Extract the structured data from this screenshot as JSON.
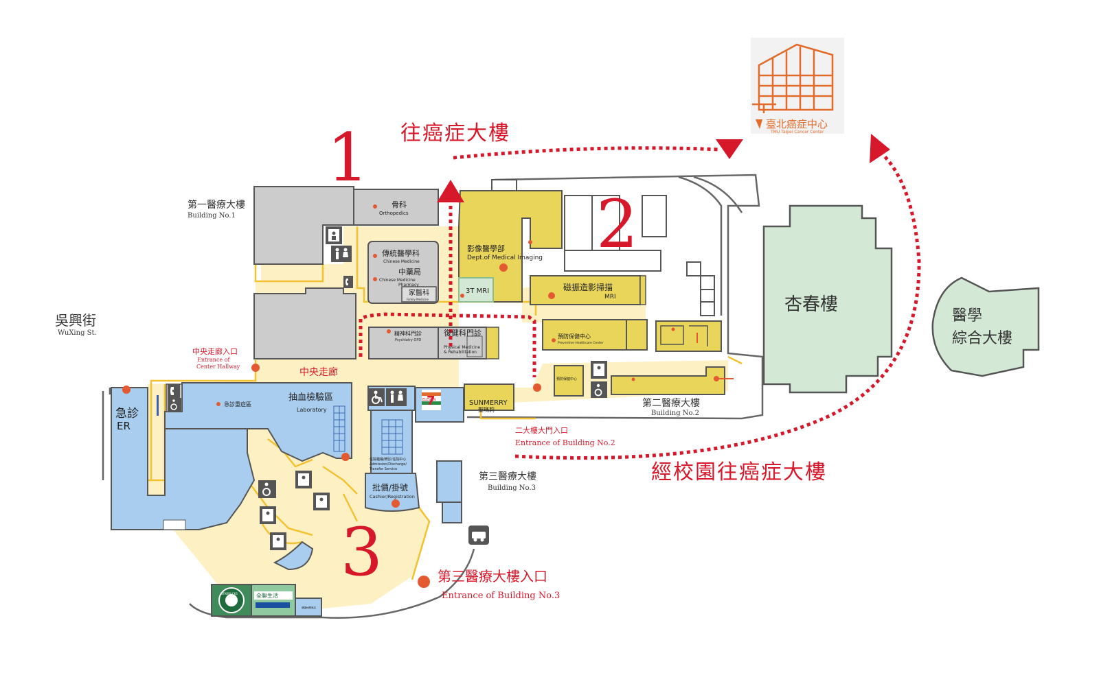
{
  "colors": {
    "gray_building": "#cccccc",
    "yellow_building": "#e8d55a",
    "blue_building": "#a9cdee",
    "green_building": "#d3e8d5",
    "corridor": "#fdf0c2",
    "corridor_line": "#f2c233",
    "route_red": "#d7182a",
    "accent_orange": "#e36b2a",
    "outline": "#555555"
  },
  "big_numbers": {
    "n1": "1",
    "n2": "2",
    "n3": "3"
  },
  "routes": {
    "to_cancer_tower": "往癌症大樓",
    "via_campus_to_cancer_tower": "經校園往癌症大樓"
  },
  "cancer_center": {
    "name_zh": "臺北癌症中心",
    "name_en": "TMU Taipei Cancer Center"
  },
  "streets": {
    "wuxing_zh": "吳興街",
    "wuxing_en": "WuXing St."
  },
  "buildings": {
    "b1_zh": "第一醫療大樓",
    "b1_en": "Building No.1",
    "b2_zh": "第二醫療大樓",
    "b2_en": "Building No.2",
    "b3_zh": "第三醫療大樓",
    "b3_en": "Building No.3",
    "xingchun": "杏春樓",
    "med_complex_line1": "醫學",
    "med_complex_line2": "綜合大樓"
  },
  "entrances": {
    "center_hall_zh": "中央走廊入口",
    "center_hall_en_1": "Entrance of",
    "center_hall_en_2": "Center Hallway",
    "center_hallway": "中央走廊",
    "b2_main_zh": "二大樓大門入口",
    "b2_main_en": "Entrance of Building No.2",
    "b3_zh": "第三醫療大樓入口",
    "b3_en": "Entrance of Building No.3"
  },
  "departments": {
    "ortho_zh": "骨科",
    "ortho_en": "Orthopedics",
    "chinese_med_zh": "傳統醫學科",
    "chinese_med_en": "Chinese Medicine",
    "pharmacy_zh": "中藥局",
    "pharmacy_en_1": "Chinese Medicine",
    "pharmacy_en_2": "Pharmacy",
    "family_zh": "家醫科",
    "family_en": "Family Medicine",
    "imaging_zh": "影像醫學部",
    "imaging_en": "Dept.of Medical Imaging",
    "mri3t": "3T MRI",
    "mri_zh": "磁振造影掃描",
    "mri_en": "MRI",
    "psych_zh": "精神科門診",
    "psych_en": "Psychiatry OPD",
    "rehab_zh": "復健科門診",
    "rehab_en_1": "Physical Medicine",
    "rehab_en_2": "& Rehabilitation",
    "preventive_zh": "預防保健中心",
    "preventive_en": "Preventive Healthcare Center",
    "preventive_small_zh": "預防保健中心",
    "er_zh": "急診",
    "er_en": "ER",
    "er_severe_zh": "急診重症區",
    "lab_zh": "抽血檢驗區",
    "lab_en": "Laboratory",
    "admission_zh": "住院櫃檯/轉診/住院中心",
    "admission_en_1": "Admission/Discharge/",
    "admission_en_2": "Transfer Service",
    "cashier_zh": "批價/掛號",
    "cashier_en": "Cashier/Registration",
    "sunmerry": "SUNMERRY",
    "sunmerry_zh": "聖瑪莉",
    "seven_eleven": "ELEVEN",
    "starbucks": "STARBUCKS",
    "hilife_zh": "全聯生活",
    "small_shop_zh": "健康休閒商店"
  },
  "icons": [
    "wheelchair-icon",
    "restroom-icon",
    "elevator-icon",
    "phone-icon",
    "parking-icon",
    "starbucks-logo-icon",
    "seven-eleven-logo-icon"
  ]
}
